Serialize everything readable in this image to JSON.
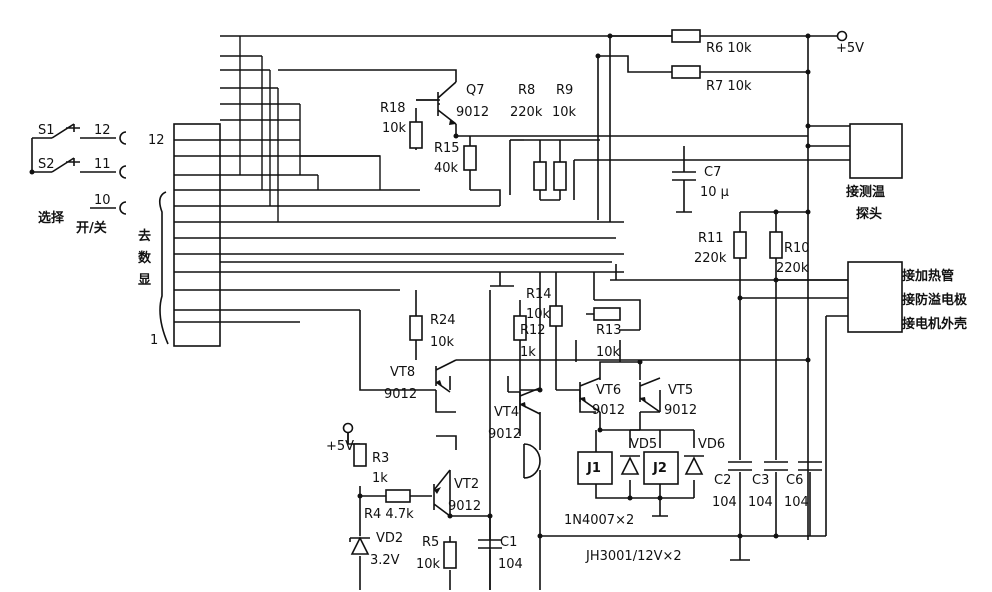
{
  "switches": {
    "s1": "S1",
    "s2": "S2",
    "pin12": "12",
    "pin11": "11",
    "pin10": "10",
    "select": "选择",
    "onoff": "开/关"
  },
  "connector": {
    "pin_top": "12",
    "pin_bottom": "1",
    "to_display": [
      "去",
      "数",
      "显"
    ]
  },
  "supply": {
    "vcc_top": "+5V",
    "vcc_left": "+5V"
  },
  "components": {
    "r6": "R6  10k",
    "r7": "R7  10k",
    "r18_name": "R18",
    "r18_val": "10k",
    "q7_name": "Q7",
    "q7_val": "9012",
    "r8_name": "R8",
    "r8_val": "220k",
    "r9_name": "R9",
    "r9_val": "10k",
    "r15_name": "R15",
    "r15_val": "40k",
    "c7_name": "C7",
    "c7_val": "10 μ",
    "r11_name": "R11",
    "r11_val": "220k",
    "r10_name": "R10",
    "r10_val": "220k",
    "r14_name": "R14",
    "r14_val": "10k",
    "r12_name": "R12",
    "r12_val": "1k",
    "r13_name": "R13",
    "r13_val": "10k",
    "r24_name": "R24",
    "r24_val": "10k",
    "vt8_name": "VT8",
    "vt8_val": "9012",
    "vt6_name": "VT6",
    "vt6_val": "9012",
    "vt5_name": "VT5",
    "vt5_val": "9012",
    "vt4_name": "VT4",
    "vt4_val": "9012",
    "vd5": "VD5",
    "vd6": "VD6",
    "j1": "J1",
    "j2": "J2",
    "c2_name": "C2",
    "c2_val": "104",
    "c3_name": "C3",
    "c3_val": "104",
    "c6_name": "C6",
    "c6_val": "104",
    "diode_note": "1N4007×2",
    "relay_note": "JH3001/12V×2",
    "r3_name": "R3",
    "r3_val": "1k",
    "r4": "R4  4.7k",
    "vt2_name": "VT2",
    "vt2_val": "9012",
    "vd2_name": "VD2",
    "vd2_val": "3.2V",
    "r5_name": "R5",
    "r5_val": "10k",
    "c1_name": "C1",
    "c1_val": "104"
  },
  "terminals": {
    "probe": [
      "接测温",
      "探头"
    ],
    "heater": "接加热管",
    "overflow": "接防溢电极",
    "motor": "接电机外壳"
  }
}
